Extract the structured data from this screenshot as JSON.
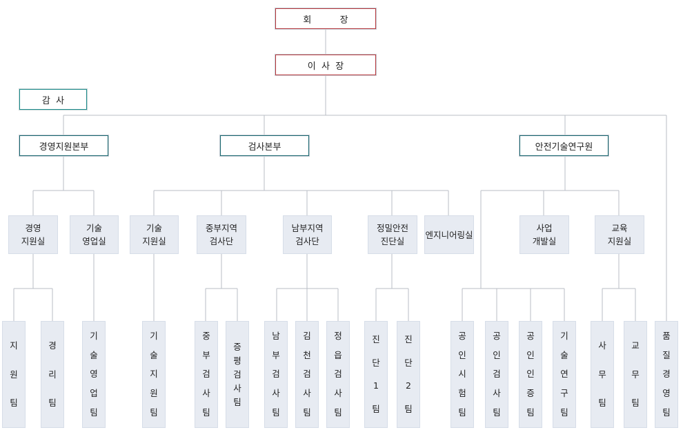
{
  "chairman": "회          장",
  "president": "이  사  장",
  "auditor": "감  사",
  "divisions": {
    "management": "경영지원본부",
    "inspection": "검사본부",
    "research": "안전기술연구원"
  },
  "departments": {
    "mgmt_support": "경영\n지원실",
    "tech_sales": "기술\n영업실",
    "tech_support": "기술\n지원실",
    "central": "중부지역\n검사단",
    "southern": "남부지역\n검사단",
    "precision": "정밀안전\n진단실",
    "engineering": "엔지니어링실",
    "business_dev": "사업\n개발실",
    "education": "교육\n지원실"
  },
  "teams": {
    "support": [
      "지",
      "원",
      "팀"
    ],
    "accounting": [
      "경",
      "리",
      "팀"
    ],
    "tech_sales": [
      "기",
      "술",
      "영",
      "업",
      "팀"
    ],
    "tech_support": [
      "기",
      "술",
      "지",
      "원",
      "팀"
    ],
    "central_insp": [
      "중",
      "부",
      "검",
      "사",
      "팀"
    ],
    "pyeongtaek_insp": [
      "증",
      "평",
      "검",
      "사",
      "팀"
    ],
    "south_insp": [
      "남",
      "부",
      "검",
      "사",
      "팀"
    ],
    "gimcheon_insp": [
      "김",
      "천",
      "검",
      "사",
      "팀"
    ],
    "jeongeup_insp": [
      "정",
      "읍",
      "검",
      "사",
      "팀"
    ],
    "diag1": [
      "진",
      "단",
      "1",
      "팀"
    ],
    "diag2": [
      "진",
      "단",
      "2",
      "팀"
    ],
    "test": [
      "공",
      "인",
      "시",
      "험",
      "팀"
    ],
    "cert_insp": [
      "공",
      "인",
      "검",
      "사",
      "팀"
    ],
    "cert": [
      "공",
      "인",
      "인",
      "증",
      "팀"
    ],
    "rnd": [
      "기",
      "술",
      "연",
      "구",
      "팀"
    ],
    "admin": [
      "사",
      "무",
      "팀"
    ],
    "academic": [
      "교",
      "무",
      "팀"
    ],
    "quality": [
      "품",
      "질",
      "경",
      "영",
      "팀"
    ]
  }
}
